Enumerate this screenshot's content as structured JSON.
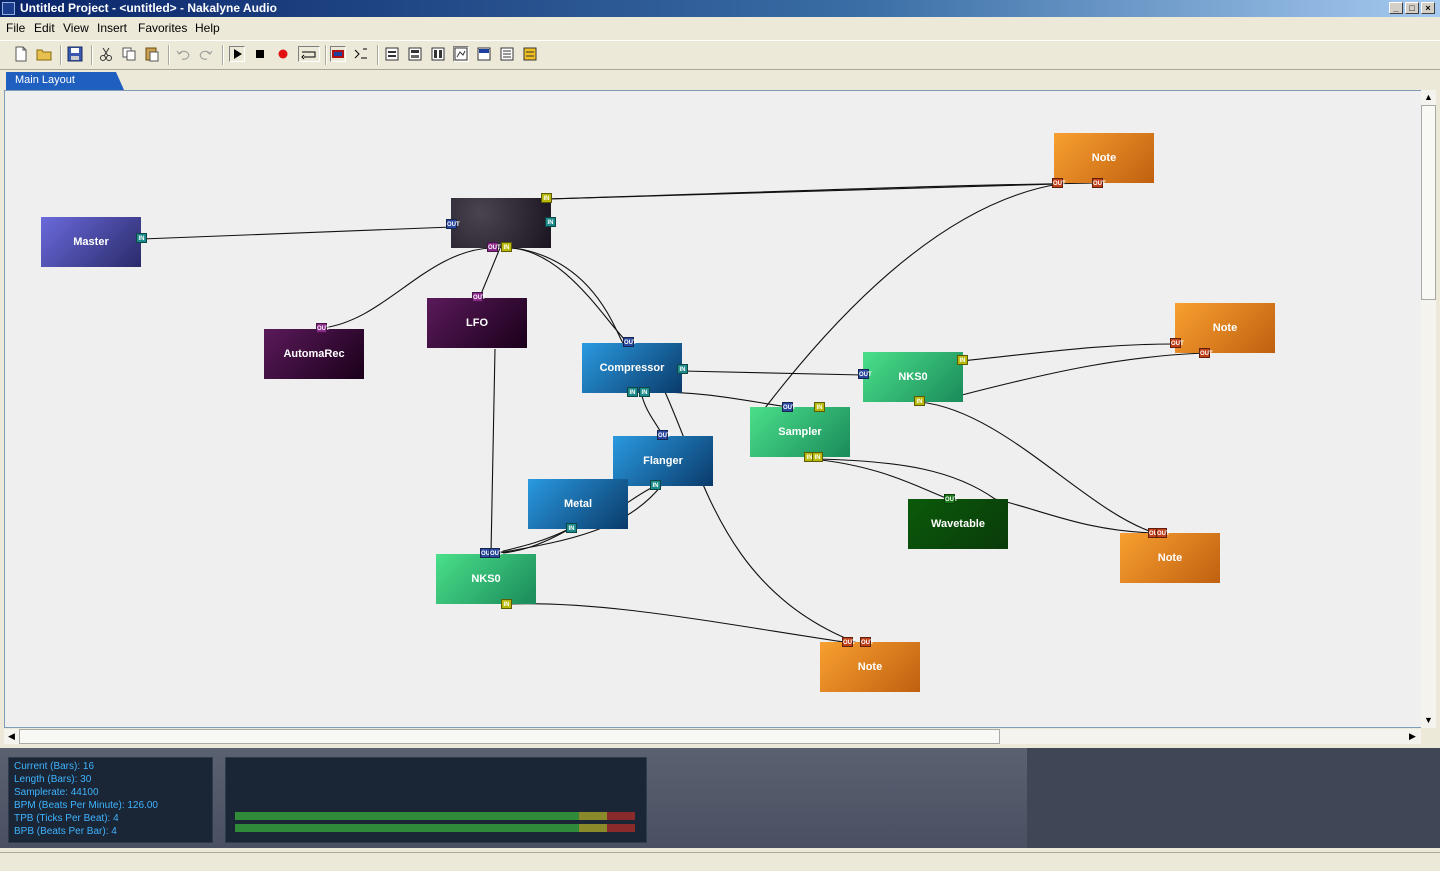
{
  "window": {
    "title": "Untitled Project - <untitled> - Nakalyne Audio"
  },
  "menu": [
    "File",
    "Edit",
    "View",
    "Insert",
    "Favorites",
    "Help"
  ],
  "toolbar": {
    "icons": [
      "new-file-icon",
      "open-folder-icon",
      "save-icon",
      "cut-icon",
      "copy-icon",
      "paste-icon",
      "undo-icon",
      "redo-icon",
      "play-icon",
      "stop-icon",
      "record-icon",
      "loop-icon",
      "mixer-icon",
      "wave-tool-icon",
      "layout-1-icon",
      "layout-2-icon",
      "layout-3-icon",
      "layout-4-icon",
      "layout-5-icon",
      "layout-6-icon",
      "layout-7-icon"
    ]
  },
  "tabs": [
    {
      "label": "Main Layout"
    }
  ],
  "nodes": {
    "master": {
      "label": "Master",
      "color": "#5a5ad0"
    },
    "hub": {
      "label": "",
      "color": "#302a38"
    },
    "automarec": {
      "label": "AutomaRec",
      "color": "#3c0a3c"
    },
    "lfo": {
      "label": "LFO",
      "color": "#3c0a3c"
    },
    "compressor": {
      "label": "Compressor",
      "color": "#1e8acc"
    },
    "flanger": {
      "label": "Flanger",
      "color": "#1e8acc"
    },
    "metal": {
      "label": "Metal",
      "color": "#1e8acc"
    },
    "nks0_top": {
      "label": "NKS0",
      "color": "#3acc7c"
    },
    "nks0_bottom": {
      "label": "NKS0",
      "color": "#3acc7c"
    },
    "sampler": {
      "label": "Sampler",
      "color": "#3acc7c"
    },
    "wavetable": {
      "label": "Wavetable",
      "color": "#0a4a0a"
    },
    "note_1": {
      "label": "Note",
      "color": "#f08a1a"
    },
    "note_2": {
      "label": "Note",
      "color": "#f08a1a"
    },
    "note_3": {
      "label": "Note",
      "color": "#f08a1a"
    },
    "note_4": {
      "label": "Note",
      "color": "#f08a1a"
    }
  },
  "ports": {
    "in": "IN",
    "out": "OUT"
  },
  "info": {
    "current": "Current (Bars): 16",
    "length": "Length (Bars): 30",
    "samplerate": "Samplerate: 44100",
    "bpm": "BPM (Beats Per Minute): 126.00",
    "tpb": "TPB (Ticks Per Beat): 4",
    "bpb": "BPB (Beats Per Bar): 4"
  },
  "meters": {
    "left_level": 0.86,
    "right_level": 0.86,
    "colors": {
      "green": "#2f8a3a",
      "yellow": "#8a8a2a",
      "red": "#8a2a2a"
    }
  }
}
